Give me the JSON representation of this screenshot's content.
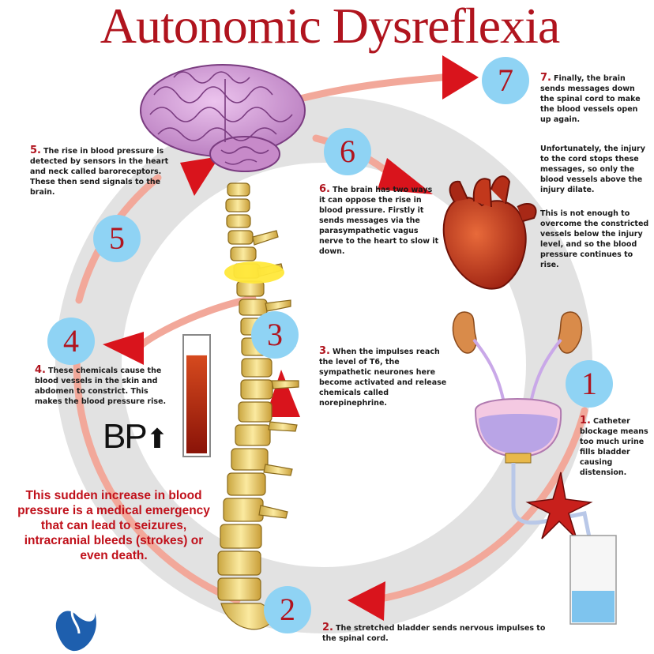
{
  "title": "Autonomic Dysreflexia",
  "steps": {
    "s1": {
      "num": "1",
      "label": "1.",
      "text": "Catheter blockage means too much urine fills bladder causing distension."
    },
    "s2": {
      "num": "2",
      "label": "2.",
      "text": "The stretched bladder sends nervous impulses to the spinal cord."
    },
    "s3": {
      "num": "3",
      "label": "3.",
      "text": "When the impulses reach the level of T6, the sympathetic neurones here become activated and release chemicals called norepinephrine."
    },
    "s4": {
      "num": "4",
      "label": "4.",
      "text": "These chemicals cause the blood vessels in the skin and abdomen to constrict. This makes the blood pressure rise."
    },
    "s5": {
      "num": "5",
      "label": "5.",
      "text": "The rise in blood pressure is detected by sensors in the heart and neck called baroreceptors. These then send signals to the brain."
    },
    "s6": {
      "num": "6",
      "label": "6.",
      "text": "The brain has two ways it can oppose the rise in blood pressure. Firstly it sends messages via the parasympathetic vagus nerve to the heart to slow it down."
    },
    "s7": {
      "num": "7",
      "label": "7.",
      "text": "Finally, the brain sends messages down the spinal cord to make the blood vessels open up again.",
      "text_b": "Unfortunately, the injury to the cord stops these messages, so only the blood vessels above the injury dilate.",
      "text_c": "This is not enough to overcome the constricted vessels below the injury level, and so the blood pressure continues to rise."
    }
  },
  "bp_label": "BP",
  "bp_arrow": "⬆",
  "warning": "This sudden increase in blood pressure is a medical emergency that can lead to seizures, intracranial bleeds (strokes) or even death.",
  "colors": {
    "title": "#b0141e",
    "circle": "#8fd3f4",
    "ring": "#e0e0e0",
    "arrow": "#d9141c",
    "path": "#f2a89a",
    "bone": "#f2d98a",
    "brain": "#d9a0dc",
    "heart": "#c8341a",
    "t6_marker": "#ffe83a"
  },
  "bp_level": 0.85
}
